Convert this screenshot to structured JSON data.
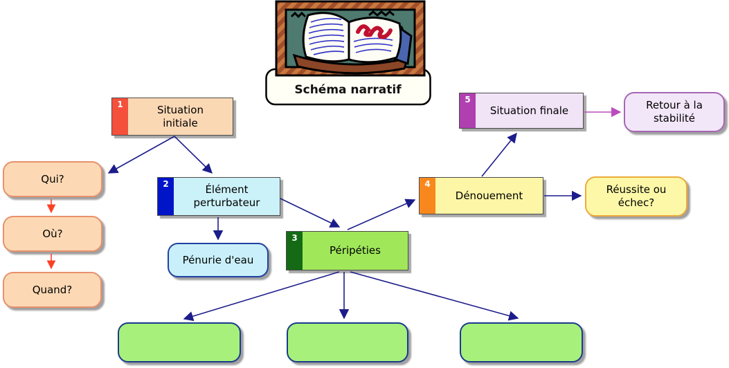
{
  "banner": {
    "title": "Schéma narratif"
  },
  "illustration": {
    "name": "open-book-clipart"
  },
  "main_nodes": [
    {
      "number": "1",
      "label": "Situation\ninitiale",
      "tab_color": "#F4503C",
      "fill": "#FBD8B4"
    },
    {
      "number": "2",
      "label": "Élément\nperturbateur",
      "tab_color": "#0015C8",
      "fill": "#CCF2F9"
    },
    {
      "number": "3",
      "label": "Péripéties",
      "tab_color": "#156B15",
      "fill": "#A0E85A"
    },
    {
      "number": "4",
      "label": "Dénouement",
      "tab_color": "#F8881E",
      "fill": "#FCF6A6"
    },
    {
      "number": "5",
      "label": "Situation finale",
      "tab_color": "#B040B0",
      "fill": "#F1E4F7"
    }
  ],
  "question_nodes": [
    {
      "label": "Qui?"
    },
    {
      "label": "Où?"
    },
    {
      "label": "Quand?"
    }
  ],
  "detail_nodes": [
    {
      "label": "Pénurie d'eau"
    },
    {
      "label": "Réussite ou\néchec?"
    },
    {
      "label": "Retour à la\nstabilité"
    }
  ],
  "empty_answer_boxes": {
    "count": 3
  },
  "colors": {
    "arrow_primary": "#1C1C8A",
    "arrow_question": "#FB4227",
    "arrow_final": "#BB4CBB",
    "question_fill": "#FCD9B4",
    "question_border": "#E8906C",
    "penurie_fill": "#C9F0FA",
    "penurie_border": "#2040A0",
    "reussite_fill": "#FCF8A8",
    "reussite_border": "#EDAA3A",
    "retour_fill": "#F2E7F8",
    "retour_border": "#A765B5",
    "empty_fill": "#A7F07C",
    "empty_border": "#1A3A8C"
  }
}
